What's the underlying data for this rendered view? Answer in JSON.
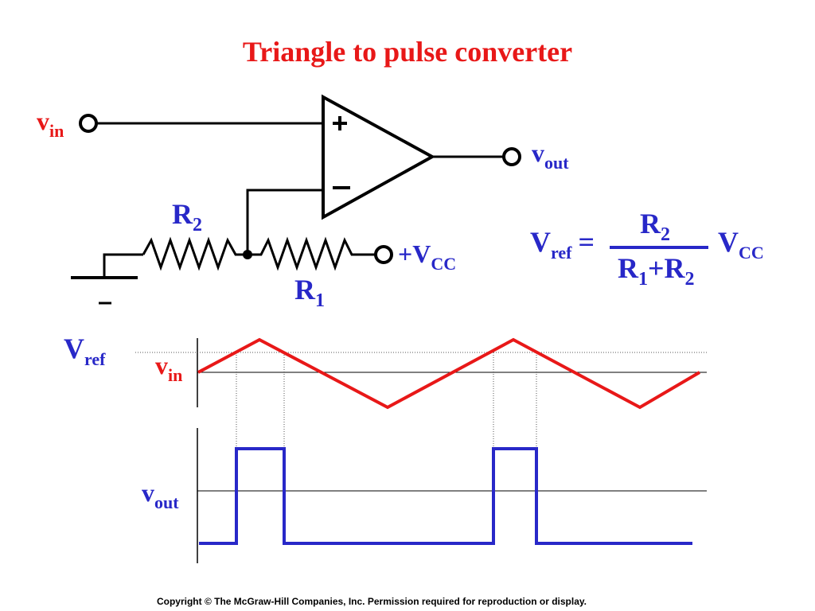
{
  "title": "Triangle to pulse converter",
  "copyright": "Copyright © The McGraw-Hill Companies, Inc. Permission required for reproduction or display.",
  "colors": {
    "red": "#e81818",
    "blue": "#2828c8",
    "black": "#000000",
    "grey": "#555555"
  },
  "circuit": {
    "vin": {
      "main": "v",
      "sub": "in"
    },
    "vout": {
      "main": "v",
      "sub": "out"
    },
    "opamp_plus": "+",
    "opamp_minus": "−",
    "r2": {
      "main": "R",
      "sub": "2"
    },
    "r1": {
      "main": "R",
      "sub": "1"
    },
    "vcc": {
      "main": "+V",
      "sub": "CC"
    },
    "ground_sign": "−"
  },
  "formula": {
    "lhs_main": "V",
    "lhs_sub": "ref",
    "equals": "=",
    "num_main": "R",
    "num_sub": "2",
    "den_r1_main": "R",
    "den_r1_sub": "1",
    "den_plus": "+",
    "den_r2_main": "R",
    "den_r2_sub": "2",
    "rhs_main": "V",
    "rhs_sub": "CC"
  },
  "waveforms": {
    "vref_label": {
      "main": "V",
      "sub": "ref"
    },
    "vin_label": {
      "main": "v",
      "sub": "in"
    },
    "vout_label": {
      "main": "v",
      "sub": "out"
    }
  }
}
